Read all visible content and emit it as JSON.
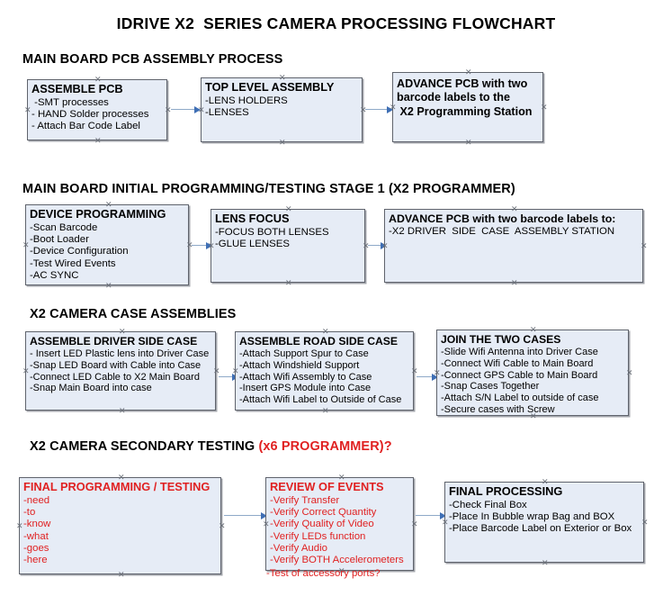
{
  "title": "IDRIVE X2  SERIES CAMERA PROCESSING FLOWCHART",
  "sections": [
    {
      "heading": "MAIN BOARD PCB ASSEMBLY PROCESS",
      "accent": ""
    },
    {
      "heading": "MAIN BOARD INITIAL PROGRAMMING/TESTING STAGE 1 (X2 PROGRAMMER)",
      "accent": ""
    },
    {
      "heading": "X2 CAMERA CASE ASSEMBLIES",
      "accent": ""
    },
    {
      "heading": "X2 CAMERA SECONDARY TESTING ",
      "accent": "(x6 PROGRAMMER)?"
    }
  ],
  "boxes": {
    "assemble_pcb": {
      "header": "ASSEMBLE PCB",
      "lines": [
        " -SMT processes",
        "- HAND Solder processes",
        "- Attach Bar Code Label"
      ]
    },
    "top_level_assembly": {
      "header": "TOP LEVEL ASSEMBLY",
      "lines": [
        "-LENS HOLDERS",
        "-LENSES"
      ]
    },
    "advance_pcb_station": {
      "lines": [
        "ADVANCE PCB with two",
        "barcode labels to the",
        " X2 Programming Station"
      ]
    },
    "device_programming": {
      "header": "DEVICE PROGRAMMING",
      "lines": [
        "-Scan Barcode",
        "-Boot Loader",
        "-Device Configuration",
        "-Test Wired Events",
        "-AC SYNC"
      ]
    },
    "lens_focus": {
      "header": "LENS FOCUS",
      "lines": [
        "-FOCUS BOTH LENSES",
        "-GLUE LENSES"
      ]
    },
    "advance_pcb_driver": {
      "header": "ADVANCE PCB with two barcode labels to:",
      "lines": [
        "-X2 DRIVER  SIDE  CASE  ASSEMBLY STATION"
      ]
    },
    "assemble_driver_side": {
      "header": "ASSEMBLE DRIVER SIDE CASE",
      "lines": [
        "- Insert LED Plastic lens into Driver Case",
        "-Snap LED Board with Cable into Case",
        "-Connect LED Cable to X2 Main Board",
        "-Snap Main Board into case"
      ]
    },
    "assemble_road_side": {
      "header": "ASSEMBLE ROAD SIDE CASE",
      "lines": [
        "-Attach Support Spur to Case",
        "-Attach Windshield Support",
        "-Attach Wifi Assembly to Case",
        "-Insert GPS Module into Case",
        "-Attach Wifi Label to Outside of Case"
      ]
    },
    "join_two_cases": {
      "header": "JOIN THE TWO CASES",
      "lines": [
        "-Slide Wifi Antenna into Driver Case",
        "-Connect Wifi Cable to Main Board",
        "-Connect GPS Cable to Main Board",
        "-Snap Cases Together",
        "-Attach S/N Label to outside of case",
        "-Secure cases with Screw"
      ]
    },
    "final_programming": {
      "header": "FINAL PROGRAMMING / TESTING",
      "lines": [
        "-need",
        "-to",
        "-know",
        "-what",
        "-goes",
        "-here"
      ]
    },
    "review_of_events": {
      "header": "REVIEW OF EVENTS",
      "lines": [
        "-Verify Transfer",
        "-Verify Correct Quantity",
        "-Verify Quality of Video",
        "-Verify LEDs function",
        "-Verify Audio",
        "-Verify BOTH Accelerometers"
      ],
      "overflow_line": "-Test of accessory ports?"
    },
    "final_processing": {
      "header": "FINAL PROCESSING",
      "lines": [
        "-Check Final Box",
        "-Place In Bubble wrap Bag and BOX",
        "-Place Barcode Label on Exterior or Box"
      ]
    }
  },
  "colors": {
    "box_fill": "#e6ecf6",
    "box_border": "#5f636c",
    "connector": "#8ea9c8",
    "arrowhead": "#3f6fb5",
    "accent_red": "#e02121",
    "text": "#000000"
  }
}
